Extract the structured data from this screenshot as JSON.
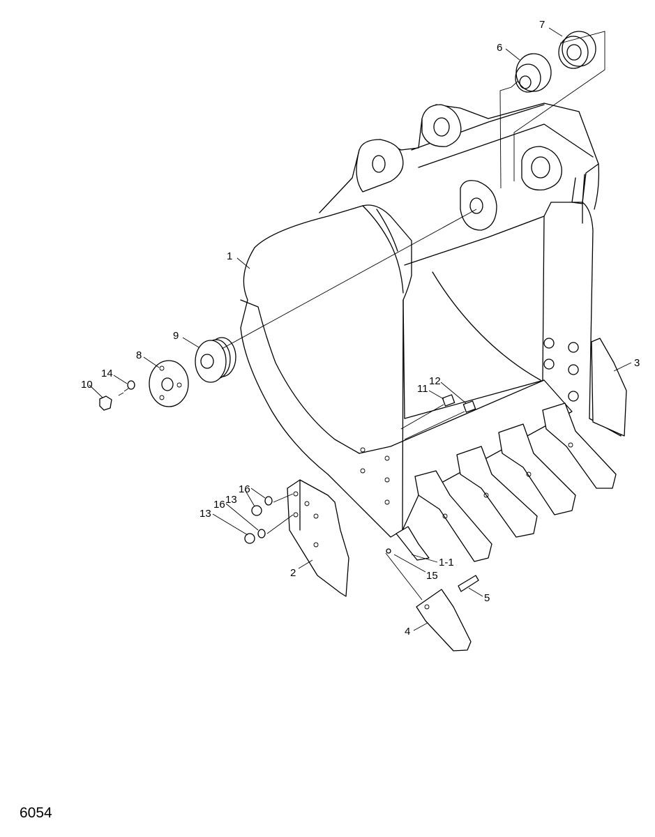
{
  "drawing_code": "6054",
  "callouts": {
    "c1": "1",
    "c1_1": "1-1",
    "c2": "2",
    "c3": "3",
    "c4": "4",
    "c5": "5",
    "c6": "6",
    "c7": "7",
    "c8": "8",
    "c9": "9",
    "c10": "10",
    "c11": "11",
    "c12": "12",
    "c13a": "13",
    "c13b": "13",
    "c14": "14",
    "c15": "15",
    "c16a": "16",
    "c16b": "16"
  }
}
